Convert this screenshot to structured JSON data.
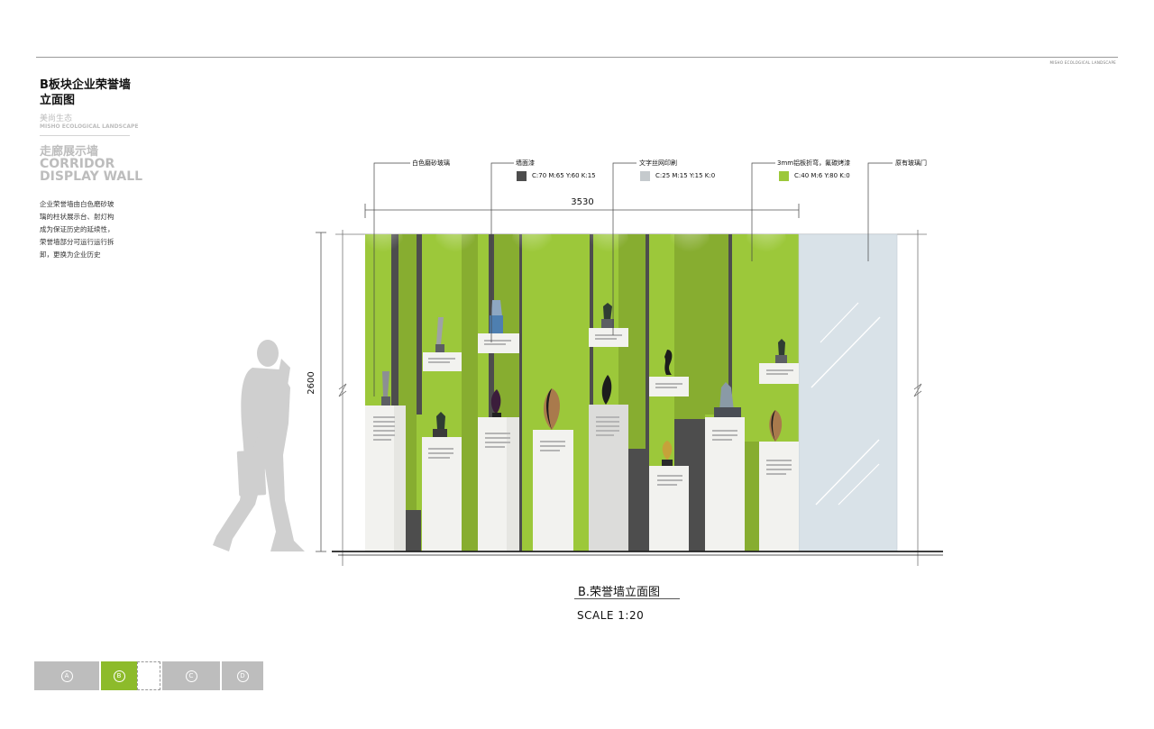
{
  "header": {
    "brand_small": "MISHO ECOLOGICAL LANDSCAPE",
    "title_line1": "B板块企业荣誉墙",
    "title_line2": "立面图",
    "brand_cn": "美尚生态",
    "brand_en": "MISHO ECOLOGICAL LANDSCAPE"
  },
  "section": {
    "title_cn": "走廊展示墙",
    "title_en_line1": "CORRIDOR",
    "title_en_line2": "DISPLAY WALL",
    "description": [
      "企业荣誉墙由白色磨砂玻",
      "璃的柱状展示台、射灯构",
      "成为保证历史的延续性，",
      "荣誉墙部分可运行运行拆",
      "卸，更换为企业历史"
    ]
  },
  "annotations": [
    {
      "label": "白色磨砂玻璃"
    },
    {
      "label": "墙面漆",
      "swatch": "#4d4d4d",
      "color_code": "C:70 M:65 Y:60 K:15"
    },
    {
      "label": "文字丝网印刷",
      "swatch": "#c5cacd",
      "color_code": "C:25 M:15 Y:15 K:0"
    },
    {
      "label": "3mm铝板折弯，氟碳烤漆",
      "swatch": "#9cc83a",
      "color_code": "C:40 M:6 Y:80 K:0"
    },
    {
      "label": "原有玻璃门"
    }
  ],
  "dimensions": {
    "width_mm": "3530",
    "height_mm": "2600"
  },
  "colors": {
    "wall_green": "#9cc83a",
    "dark_green": "#87ad30",
    "wall_gray": "#4d4d4d",
    "glass": "#d9e2e8",
    "plinth": "#f2f2ef",
    "figure": "#cfcfcf"
  },
  "icons": {
    "person": "walking-businessman-silhouette",
    "trophy": "award-trophy"
  },
  "caption": {
    "title": "B.荣誉墙立面图",
    "scale": "SCALE 1:20"
  },
  "nav": {
    "tabs": [
      {
        "letter": "A",
        "active": false
      },
      {
        "letter": "B",
        "active": true
      },
      {
        "letter": "",
        "blank": true
      },
      {
        "letter": "C",
        "active": false
      },
      {
        "letter": "D",
        "active": false
      }
    ]
  }
}
